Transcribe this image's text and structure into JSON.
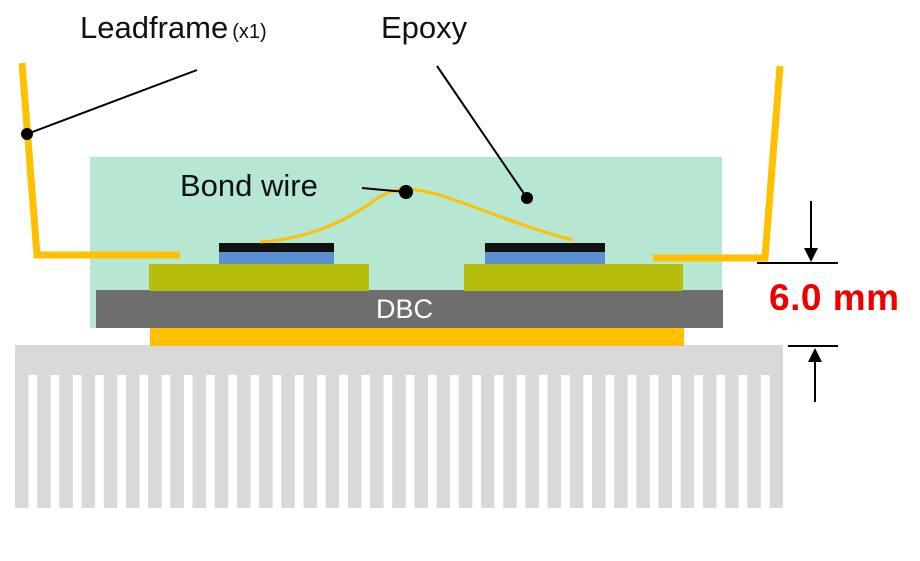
{
  "labels": {
    "leadframe": "Leadframe",
    "leadframe_count": "(x1)",
    "epoxy": "Epoxy",
    "bond_wire": "Bond wire",
    "dbc": "DBC",
    "dimension": "6.0 mm"
  },
  "colors": {
    "epoxy": "#b6e7d2",
    "leadframe": "#ffc000",
    "dbc": "#6e6e6e",
    "substrate_copper": "#b7bd0b",
    "die_top": "#111111",
    "die_body": "#5b8fcf",
    "heatsink": "#d9d9d9",
    "dimension_text": "#ee0000"
  }
}
